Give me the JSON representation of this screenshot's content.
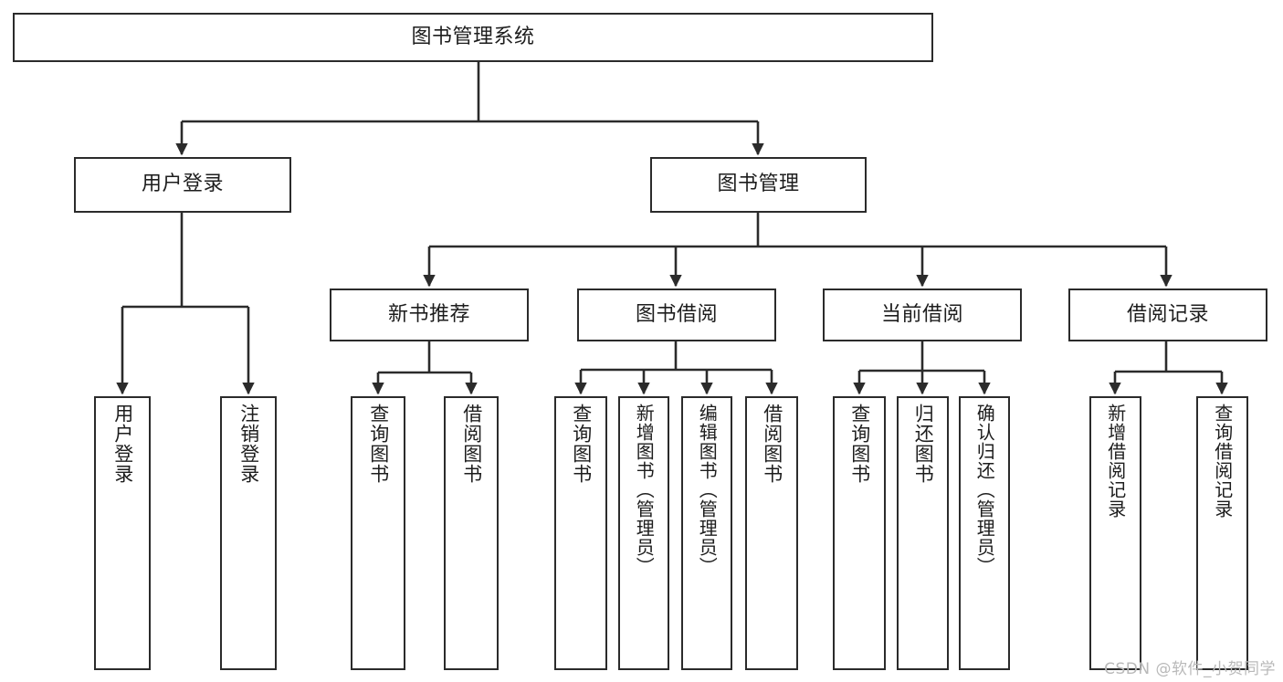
{
  "diagram": {
    "type": "tree-hierarchy-chart",
    "title": "图书管理系统",
    "watermark": "CSDN @软件_小贺同学",
    "colors": {
      "stroke": "#2b2b2b",
      "fill": "#ffffff",
      "text": "#1d1d1d",
      "watermark": "#b9b9b9"
    },
    "root": {
      "label": "图书管理系统"
    },
    "level2": [
      {
        "label": "用户登录"
      },
      {
        "label": "图书管理"
      }
    ],
    "level3": [
      {
        "label": "新书推荐"
      },
      {
        "label": "图书借阅"
      },
      {
        "label": "当前借阅"
      },
      {
        "label": "借阅记录"
      }
    ],
    "leaves": {
      "user_login": [
        {
          "label": "用户登录"
        },
        {
          "label": "注销登录"
        }
      ],
      "new_book_recommend": [
        {
          "label": "查询图书"
        },
        {
          "label": "借阅图书"
        }
      ],
      "book_borrow": [
        {
          "label": "查询图书"
        },
        {
          "label": "新增图书（管理员）"
        },
        {
          "label": "编辑图书（管理员）"
        },
        {
          "label": "借阅图书"
        }
      ],
      "current_borrow": [
        {
          "label": "查询图书"
        },
        {
          "label": "归还图书"
        },
        {
          "label": "确认归还（管理员）"
        }
      ],
      "borrow_record": [
        {
          "label": "新增借阅记录"
        },
        {
          "label": "查询借阅记录"
        }
      ]
    }
  }
}
